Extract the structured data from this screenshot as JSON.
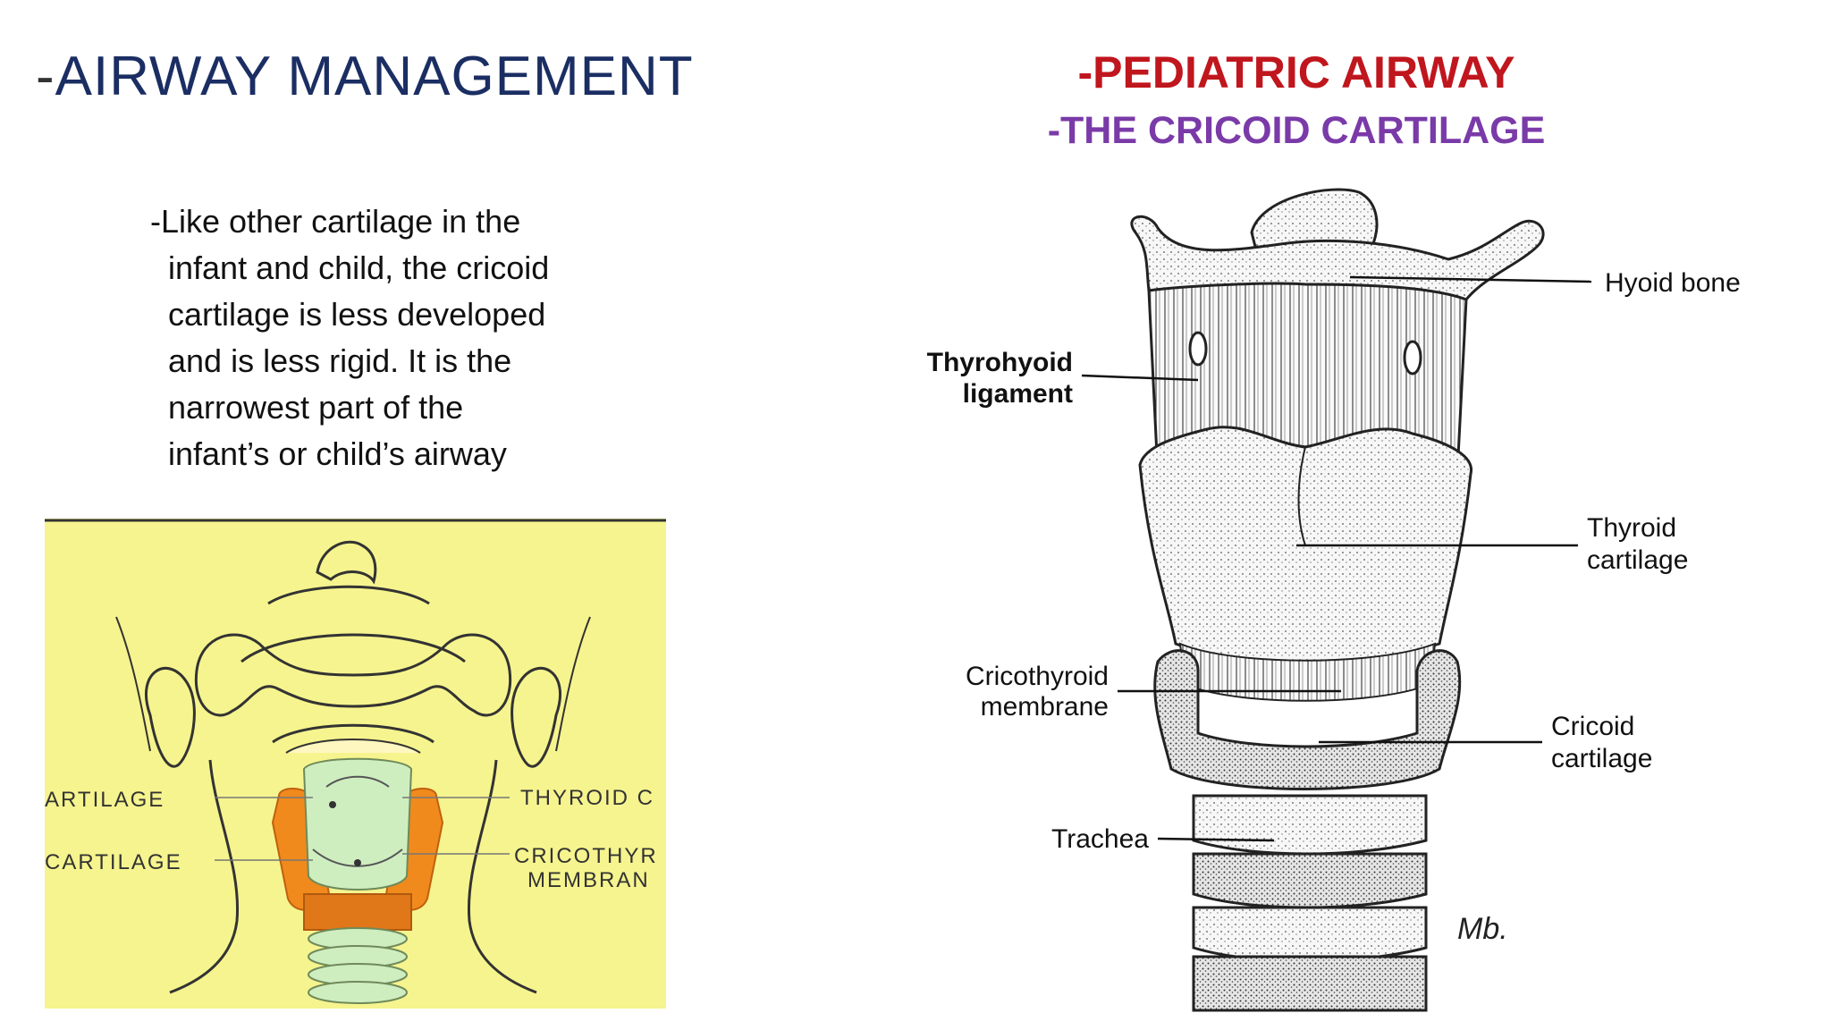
{
  "slide": {
    "title_dash": "-",
    "title_text": "AIRWAY MANAGEMENT",
    "right_title": "-PEDIATRIC AIRWAY",
    "right_subtitle": "-THE CRICOID CARTILAGE",
    "body_lines": [
      "-Like other cartilage in the",
      "infant and child, the cricoid",
      "cartilage is less developed",
      "and is less rigid. It is the",
      "narrowest part of the",
      "infant’s or child’s airway"
    ]
  },
  "left_figure": {
    "labels": {
      "cartilage_upper": "ARTILAGE",
      "cartilage_lower": "CARTILAGE",
      "thyroid": "THYROID C",
      "cricothyroid_1": "CRICOTHYR",
      "cricothyroid_2": "MEMBRAN"
    },
    "colors": {
      "background": "#f6f48e",
      "cartilage": "#f08a1c",
      "airway": "#cfeec0"
    }
  },
  "right_figure": {
    "labels": {
      "hyoid_bone": "Hyoid bone",
      "thyrohyoid_1": "Thyrohyoid",
      "thyrohyoid_2": "ligament",
      "thyroid_1": "Thyroid",
      "thyroid_2": "cartilage",
      "cricothyroid_1": "Cricothyroid",
      "cricothyroid_2": "membrane",
      "cricoid_1": "Cricoid",
      "cricoid_2": "cartilage",
      "trachea": "Trachea",
      "signature": "Mb."
    }
  },
  "theme": {
    "title_blue": "#1b2e63",
    "title_red": "#c0161d",
    "title_purple": "#7a3aa8"
  }
}
